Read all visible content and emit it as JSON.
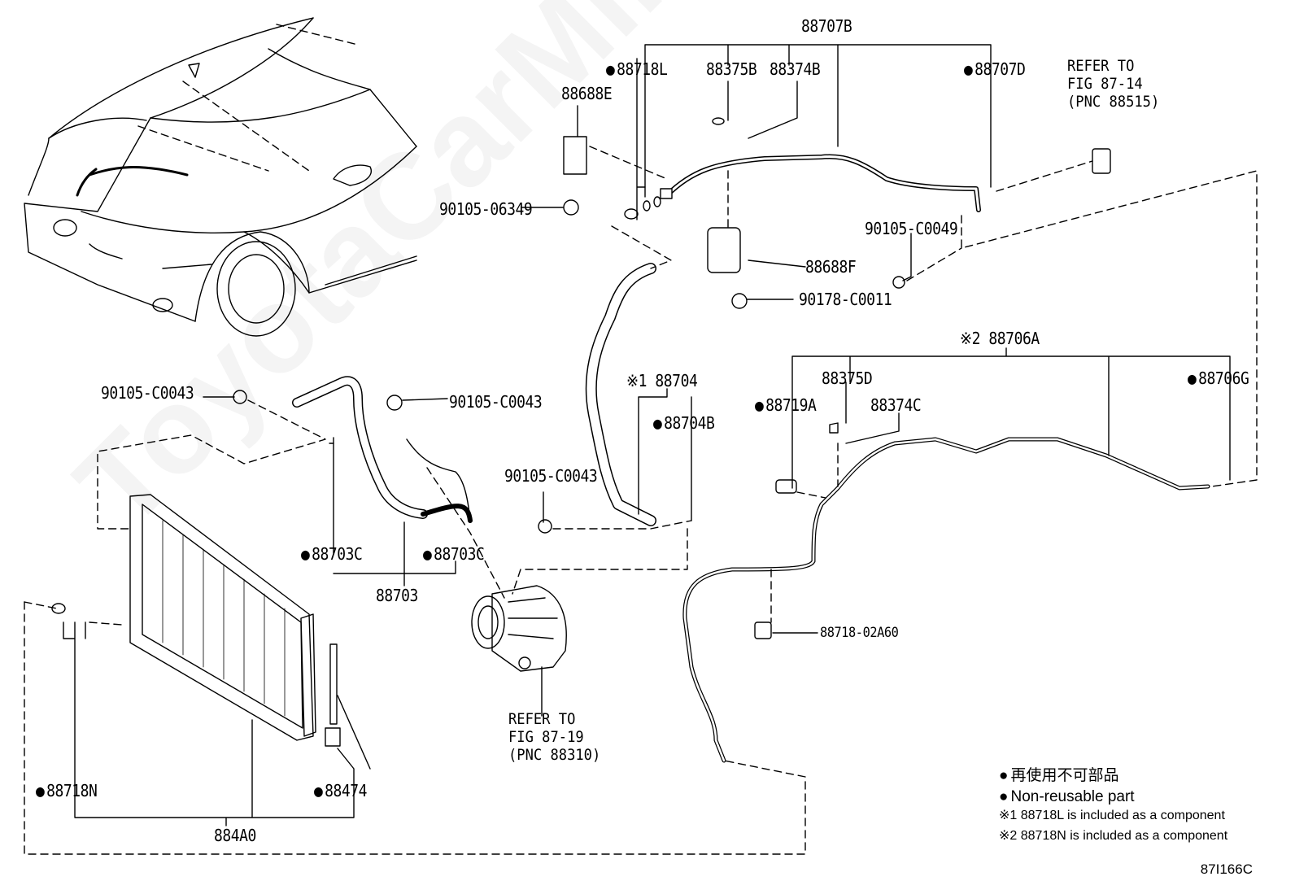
{
  "diagram": {
    "watermark": "ToyotaCarMine.ru",
    "figure_code": "87I166C",
    "parts": {
      "p88707B": "88707B",
      "p88718L": "88718L",
      "p88375B": "88375B",
      "p88374B": "88374B",
      "p88707D": "88707D",
      "p88688E": "88688E",
      "p90105_06349": "90105-06349",
      "p90105_C0049": "90105-C0049",
      "p88688F": "88688F",
      "p90178_C0011": "90178-C0011",
      "p88706A": "※2 88706A",
      "p88375D": "88375D",
      "p88706G": "88706G",
      "p88719A": "88719A",
      "p88374C": "88374C",
      "p88704": "※1 88704",
      "p88704B": "88704B",
      "p90105_C0043_a": "90105-C0043",
      "p90105_C0043_b": "90105-C0043",
      "p90105_C0043_c": "90105-C0043",
      "p88703C_a": "88703C",
      "p88703C_b": "88703C",
      "p88703": "88703",
      "p88718_02A60": "88718-02A60",
      "p88718N": "88718N",
      "p88474": "88474",
      "p884A0": "884A0"
    },
    "refs": {
      "ref_88515": "REFER TO\nFIG 87-14\n(PNC 88515)",
      "ref_88310": "REFER TO\nFIG 87-19\n(PNC 88310)"
    },
    "legend": {
      "jp": "再使用不可部品",
      "en": "Non-reusable part",
      "note1": "※1 88718L  is included as a component",
      "note2": "※2 88718N  is included as a component"
    }
  }
}
